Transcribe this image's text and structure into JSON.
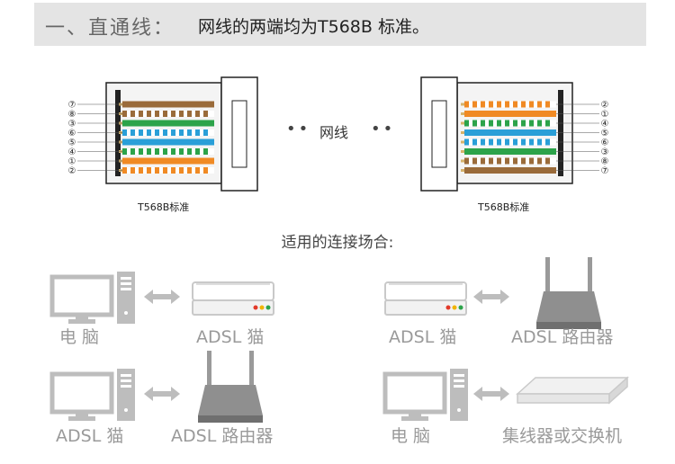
{
  "header": {
    "prefix": "一、直通线：",
    "text": "网线的两端均为T568B 标准。"
  },
  "left_plug": {
    "label": "T568B标准",
    "pin_numbers": [
      "⑦",
      "⑧",
      "③",
      "⑥",
      "⑤",
      "④",
      "①",
      "②"
    ]
  },
  "right_plug": {
    "label": "T568B标准",
    "pin_numbers": [
      "②",
      "①",
      "④",
      "⑤",
      "⑥",
      "③",
      "⑧",
      "⑦"
    ]
  },
  "cable": {
    "dots_left": "••",
    "label": "网线",
    "dots_right": "••"
  },
  "section_title": "适用的连接场合:",
  "scenarios": [
    {
      "left": "电 脑",
      "right": "ADSL 猫"
    },
    {
      "left": "ADSL 猫",
      "right": "ADSL 路由器"
    },
    {
      "left": "ADSL 猫",
      "right": "ADSL 路由器"
    },
    {
      "left": "电 脑",
      "right": "集线器或交换机"
    }
  ],
  "colors": {
    "orange": "#f08a24",
    "green": "#2ca34a",
    "blue": "#2a9fd8",
    "brown": "#9a6b3a",
    "header_bg": "#e4e4e4",
    "device_gray": "#bdbdbd"
  },
  "icons": [
    "computer-icon",
    "double-arrow-icon",
    "modem-icon",
    "router-icon",
    "switch-icon"
  ]
}
